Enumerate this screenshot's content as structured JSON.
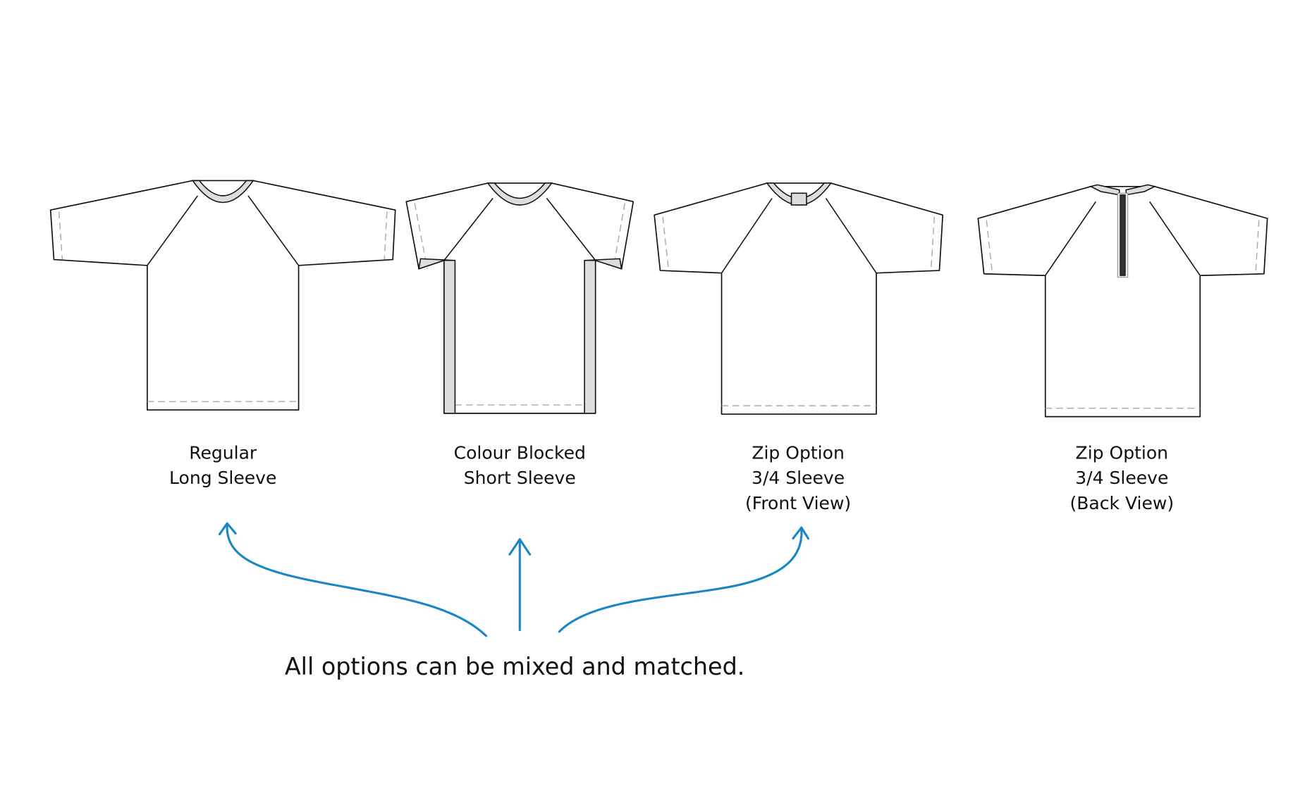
{
  "garments": [
    {
      "id": "regular",
      "lines": [
        "Regular",
        "Long Sleeve"
      ]
    },
    {
      "id": "colour-blocked",
      "lines": [
        "Colour Blocked",
        "Short Sleeve"
      ]
    },
    {
      "id": "zip-front",
      "lines": [
        "Zip Option",
        "3/4 Sleeve",
        "(Front View)"
      ]
    },
    {
      "id": "zip-back",
      "lines": [
        "Zip Option",
        "3/4 Sleeve",
        "(Back View)"
      ]
    }
  ],
  "caption": "All options can be mixed and matched.",
  "colors": {
    "arrow": "#1a86c4",
    "band": "#dddddd",
    "outline": "#111111"
  }
}
